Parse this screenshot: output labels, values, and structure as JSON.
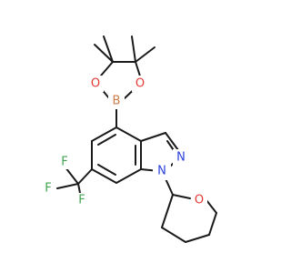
{
  "molecule": {
    "atoms": {
      "boron": {
        "text": "B",
        "color": "#d07b48"
      },
      "oxygen_left": {
        "text": "O",
        "color": "#e53935"
      },
      "oxygen_right": {
        "text": "O",
        "color": "#e53935"
      },
      "n_ring": {
        "text": "N",
        "color": "#2b3fdc"
      },
      "n1": {
        "text": "N",
        "color": "#2b3fdc"
      },
      "oxygen_thp": {
        "text": "O",
        "color": "#e53935"
      },
      "f_top": {
        "text": "F",
        "color": "#3fa34d"
      },
      "f_left": {
        "text": "F",
        "color": "#3fa34d"
      },
      "f_bottom": {
        "text": "F",
        "color": "#3fa34d"
      }
    },
    "colors": {
      "bond": "#1a1a1a"
    }
  }
}
